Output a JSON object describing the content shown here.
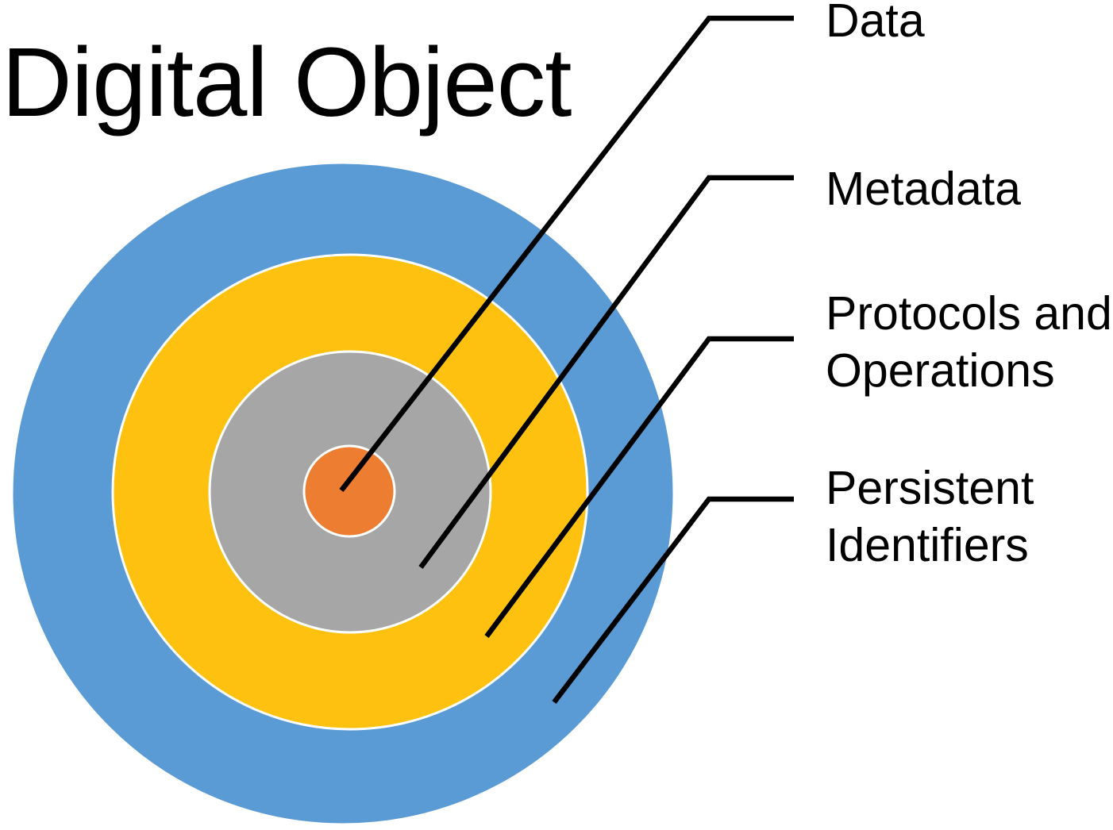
{
  "title": "Digital Object",
  "diagram": {
    "rings": [
      {
        "name": "data",
        "label": "Data",
        "color": "#ED7D31"
      },
      {
        "name": "metadata",
        "label": "Metadata",
        "color": "#A5A6A5"
      },
      {
        "name": "protocols-operations",
        "label": "Protocols and\nOperations",
        "color": "#FEC110"
      },
      {
        "name": "persistent-identifiers",
        "label": "Persistent\nIdentifiers",
        "color": "#5B9BD5"
      }
    ],
    "ring_gap_color": "#FFFFFF",
    "connector_color": "#000000"
  }
}
